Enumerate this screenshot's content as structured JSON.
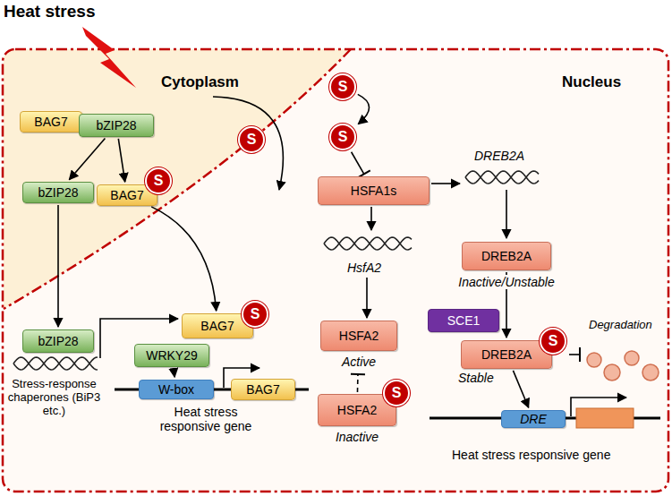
{
  "diagram": {
    "title": "Heat stress",
    "nodes": [
      {
        "text": [
          "BAG7"
        ]
      },
      {
        "text": [
          "bZIP28"
        ]
      },
      {
        "text": [
          "bZIP28"
        ]
      },
      {
        "text": [
          "BAG7"
        ]
      },
      {
        "text": [
          "S"
        ]
      },
      {
        "text": [
          "S"
        ]
      },
      {
        "text": [
          "S"
        ]
      },
      {
        "text": [
          "S"
        ]
      },
      {
        "text": [
          "HSFA1s"
        ]
      },
      {
        "text": [
          "DREB2A"
        ]
      },
      {
        "text": [
          "HSFA2"
        ]
      },
      {
        "text": [
          "SCE1"
        ]
      },
      {
        "text": [
          "DREB2A"
        ]
      },
      {
        "text": [
          "S"
        ]
      },
      {
        "text": [
          "bZIP28"
        ]
      },
      {
        "text": [
          "BAG7"
        ]
      },
      {
        "text": [
          "S"
        ]
      },
      {
        "text": [
          "WRKY29"
        ]
      },
      {
        "text": [
          "W-box"
        ]
      },
      {
        "text": [
          "BAG7"
        ]
      },
      {
        "text": [
          "HSFA2"
        ]
      },
      {
        "text": [
          "S"
        ]
      },
      {
        "text": [
          "DRE"
        ]
      }
    ],
    "edges": [
      {
        "from": 1,
        "to": 2,
        "arrow": "to"
      },
      {
        "from": 1,
        "to": 3,
        "arrow": "to"
      },
      {
        "from": 2,
        "to": 14,
        "arrow": "to"
      },
      {
        "from": 3,
        "to": 15,
        "arrow": "to"
      },
      {
        "from": 6,
        "to": 7,
        "arrow": "to"
      },
      {
        "from": 7,
        "to": 8,
        "arrow": "none"
      },
      {
        "from": 20,
        "to": 10,
        "arrow": "none"
      },
      {
        "from": 9,
        "to": 12,
        "arrow": "to"
      },
      {
        "from": 17,
        "to": 18,
        "arrow": "to"
      },
      {
        "from": 12,
        "to": 22,
        "arrow": "to"
      }
    ],
    "labels": [
      "Cytoplasm",
      "Nucleus",
      "DREB2A",
      "HsfA2",
      "Inactive/Unstable",
      "Active",
      "Degradation",
      "Stable",
      "Stress-response chaperones (BiP3 etc.)",
      "Heat stress responsive gene",
      "Inactive",
      "Heat stress responsive gene"
    ]
  }
}
